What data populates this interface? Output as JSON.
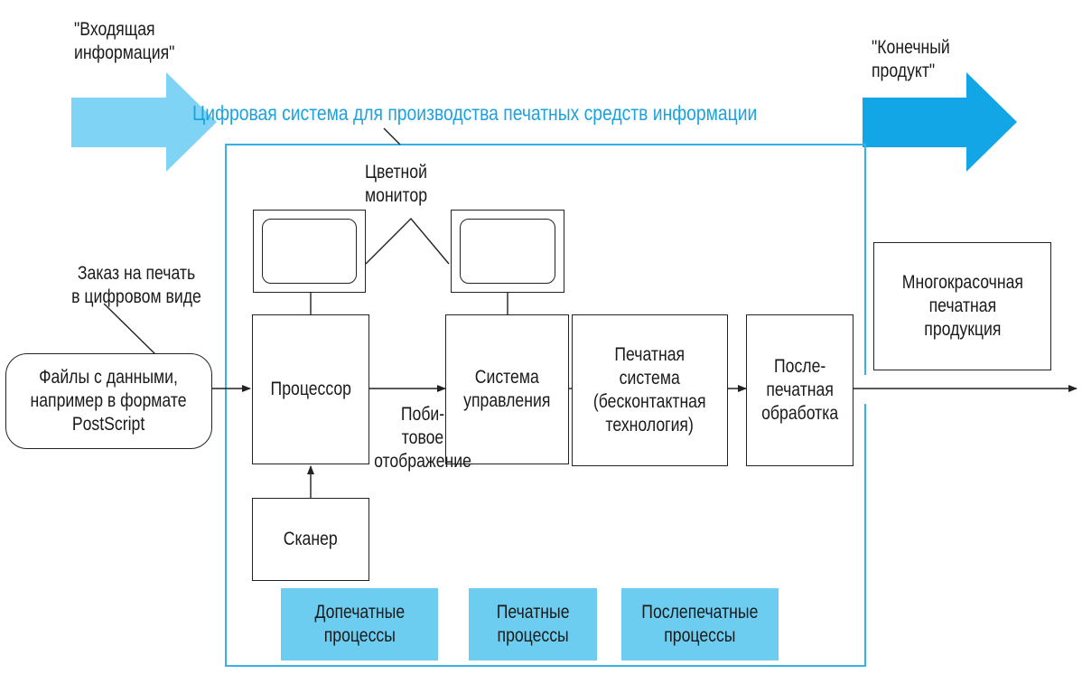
{
  "header": {
    "input_label": "\"Входящая\nинформация\"",
    "output_label": "\"Конечный\nпродукт\"",
    "system_title": "Цифровая система для производства печатных средств информации"
  },
  "left": {
    "order_label": "Заказ на печать\nв цифровом виде",
    "files_label": "Файлы с данными,\nнапример в формате\nPostScript"
  },
  "monitor": {
    "label": "Цветной\nмонитор"
  },
  "blocks": {
    "processor": "Процессор",
    "scanner": "Сканер",
    "control": "Система\nуправления",
    "print": "Печатная\nсистема\n(бесконтактная\nтехнология)",
    "post": "После-\nпечатная\nобработка",
    "output": "Многокрасочная\nпечатная\nпродукция"
  },
  "bitmap_label": "Поби-\nтовое\nотображение",
  "stages": {
    "prepress": "Допечатные\nпроцессы",
    "press": "Печатные\nпроцессы",
    "postpress": "Послепечатные\nпроцессы"
  },
  "colors": {
    "arrow_light": "#7fd3f4",
    "arrow_dark": "#13a6e6",
    "frame": "#35b2e8",
    "stage_fill": "#6dcdf1",
    "title_text": "#1aa3e0"
  }
}
